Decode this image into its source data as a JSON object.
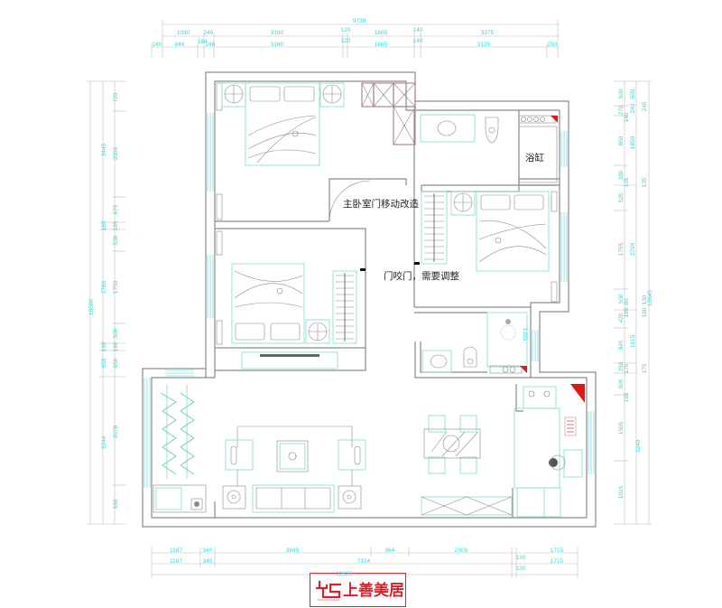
{
  "drawing": {
    "type": "apartment floor plan",
    "room_labels": {
      "bathtub": "浴缸",
      "master_door_note": "主卧室门移动改造",
      "door_conflict_note": "门咬门，需要调整",
      "shower_dim": "1365"
    },
    "colors": {
      "walls": "#8a8a8a",
      "furniture": "#8fded6",
      "dimensions": "#35d6d6",
      "wardrobe": "#b08a8a",
      "accent_red": "#e01818",
      "logo_red": "#d6222a"
    }
  },
  "dimensions": {
    "top": {
      "overall": "9736",
      "row1": [
        "1030",
        "246",
        "3160",
        "120",
        "1665",
        "140",
        "3375"
      ],
      "row2": [
        "240",
        "846",
        "184",
        "246",
        "3160",
        "120",
        "1665",
        "140",
        "3125",
        "250"
      ]
    },
    "bottom": {
      "row1": [
        "1187",
        "340",
        "3845",
        "964",
        "2505",
        "130",
        "1715"
      ],
      "row2": [
        "1187",
        "340",
        "7314",
        "130",
        "1715"
      ],
      "row3_extra": "130",
      "overall": "10686"
    },
    "left": {
      "overall": "10500",
      "col2": [
        "3445",
        "185",
        "2786",
        "190",
        "650",
        "3244"
      ],
      "col3": [
        "720",
        "2050",
        "675",
        "185",
        "536",
        "1750",
        "500",
        "190",
        "650",
        "2078",
        "566"
      ]
    },
    "right": {
      "overall": "10645",
      "col1": [
        "500",
        "270",
        "850",
        "380",
        "525",
        "1755",
        "500",
        "420",
        "845",
        "250",
        "505",
        "1505",
        "1015"
      ],
      "col2": [
        "500",
        "240",
        "140",
        "1650",
        "135",
        "2790",
        "80",
        "180",
        "1615",
        "175",
        "165",
        "3240"
      ],
      "col3": [
        "245",
        "135",
        "130",
        "180",
        "175"
      ]
    }
  },
  "logo": {
    "brand": "上善美居",
    "mark": "S"
  }
}
